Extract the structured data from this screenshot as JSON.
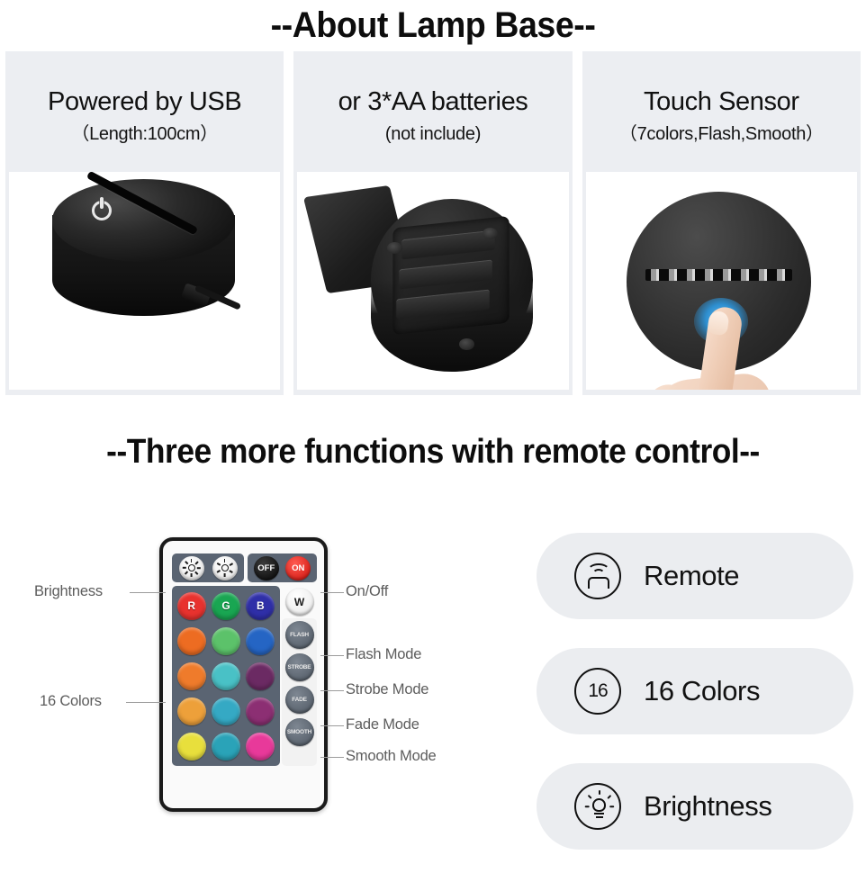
{
  "section1": {
    "title": "--About Lamp Base--",
    "panels": [
      {
        "title": "Powered by USB",
        "subtitle": "（Length:100cm）",
        "image_name": "lamp-base-usb-photo"
      },
      {
        "title": "or 3*AA batteries",
        "subtitle": "(not include)",
        "image_name": "lamp-base-battery-compartment-photo"
      },
      {
        "title": "Touch Sensor",
        "subtitle": "（7colors,Flash,Smooth）",
        "image_name": "lamp-base-touch-sensor-photo"
      }
    ]
  },
  "section2": {
    "title": "--Three more functions with remote control--",
    "remote": {
      "name": "rgb-remote-control",
      "top_buttons": [
        {
          "label": "",
          "icon": "brightness-up-icon",
          "kind": "bright"
        },
        {
          "label": "",
          "icon": "brightness-down-icon",
          "kind": "bright"
        },
        {
          "label": "OFF",
          "icon": "power-off-icon",
          "kind": "off"
        },
        {
          "label": "ON",
          "icon": "power-on-icon",
          "kind": "on"
        }
      ],
      "color_buttons": [
        {
          "label": "R",
          "color": "#e8322e"
        },
        {
          "label": "G",
          "color": "#19a652"
        },
        {
          "label": "B",
          "color": "#2f2fa8"
        },
        {
          "label": "",
          "color": "#ed6c22"
        },
        {
          "label": "",
          "color": "#5cc26a"
        },
        {
          "label": "",
          "color": "#2565c4"
        },
        {
          "label": "",
          "color": "#ef7b2b"
        },
        {
          "label": "",
          "color": "#49c1c6"
        },
        {
          "label": "",
          "color": "#6b2a63"
        },
        {
          "label": "",
          "color": "#eda03a"
        },
        {
          "label": "",
          "color": "#35a9c4"
        },
        {
          "label": "",
          "color": "#8c2f73"
        },
        {
          "label": "",
          "color": "#e8df3c"
        },
        {
          "label": "",
          "color": "#2aa3b8"
        },
        {
          "label": "",
          "color": "#e8399a"
        }
      ],
      "mode_buttons": [
        {
          "label": "W",
          "kind": "white"
        },
        {
          "label": "FLASH",
          "kind": "mode"
        },
        {
          "label": "STROBE",
          "kind": "mode"
        },
        {
          "label": "FADE",
          "kind": "mode"
        },
        {
          "label": "SMOOTH",
          "kind": "mode"
        }
      ],
      "callouts_left": [
        {
          "label": "Brightness"
        },
        {
          "label": "16 Colors"
        }
      ],
      "callouts_right": [
        {
          "label": "On/Off"
        },
        {
          "label": "Flash Mode"
        },
        {
          "label": "Strobe Mode"
        },
        {
          "label": "Fade Mode"
        },
        {
          "label": "Smooth Mode"
        }
      ]
    },
    "pills": [
      {
        "label": "Remote",
        "icon": "remote-signal-icon"
      },
      {
        "label": "16 Colors",
        "icon": "number-16-icon",
        "badge": "16"
      },
      {
        "label": "Brightness",
        "icon": "light-bulb-icon"
      }
    ]
  },
  "colors": {
    "panel_header_bg": "#eceef2",
    "pill_bg": "#ebedf0",
    "text": "#111111",
    "callout_text": "#5c5c5c"
  }
}
